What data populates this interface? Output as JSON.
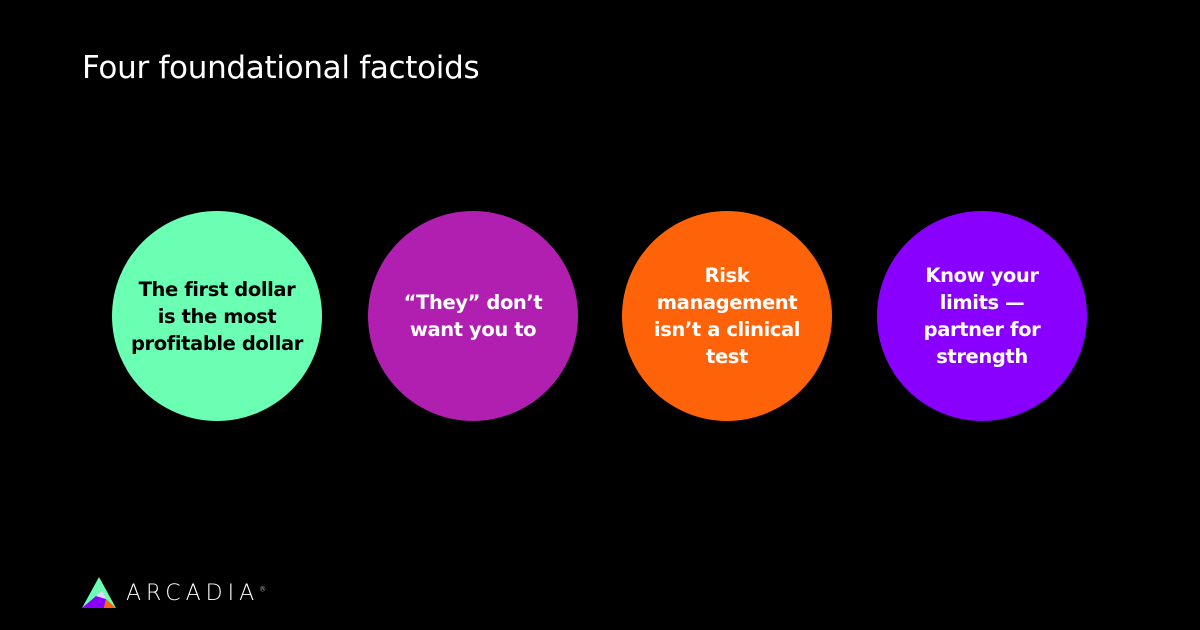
{
  "title": "Four foundational factoids",
  "factoids": [
    {
      "text": "The first dollar is the most profitable dollar",
      "color": "#6bffb4",
      "text_color": "#000000"
    },
    {
      "text": "“They” don’t want you to",
      "color": "#b01fb0",
      "text_color": "#ffffff"
    },
    {
      "text": "Risk management isn’t a clinical test",
      "color": "#ff6309",
      "text_color": "#ffffff"
    },
    {
      "text": "Know your limits — partner for strength",
      "color": "#8a00ff",
      "text_color": "#ffffff"
    }
  ],
  "logo": {
    "name": "ARCADIA",
    "mark": "®"
  }
}
